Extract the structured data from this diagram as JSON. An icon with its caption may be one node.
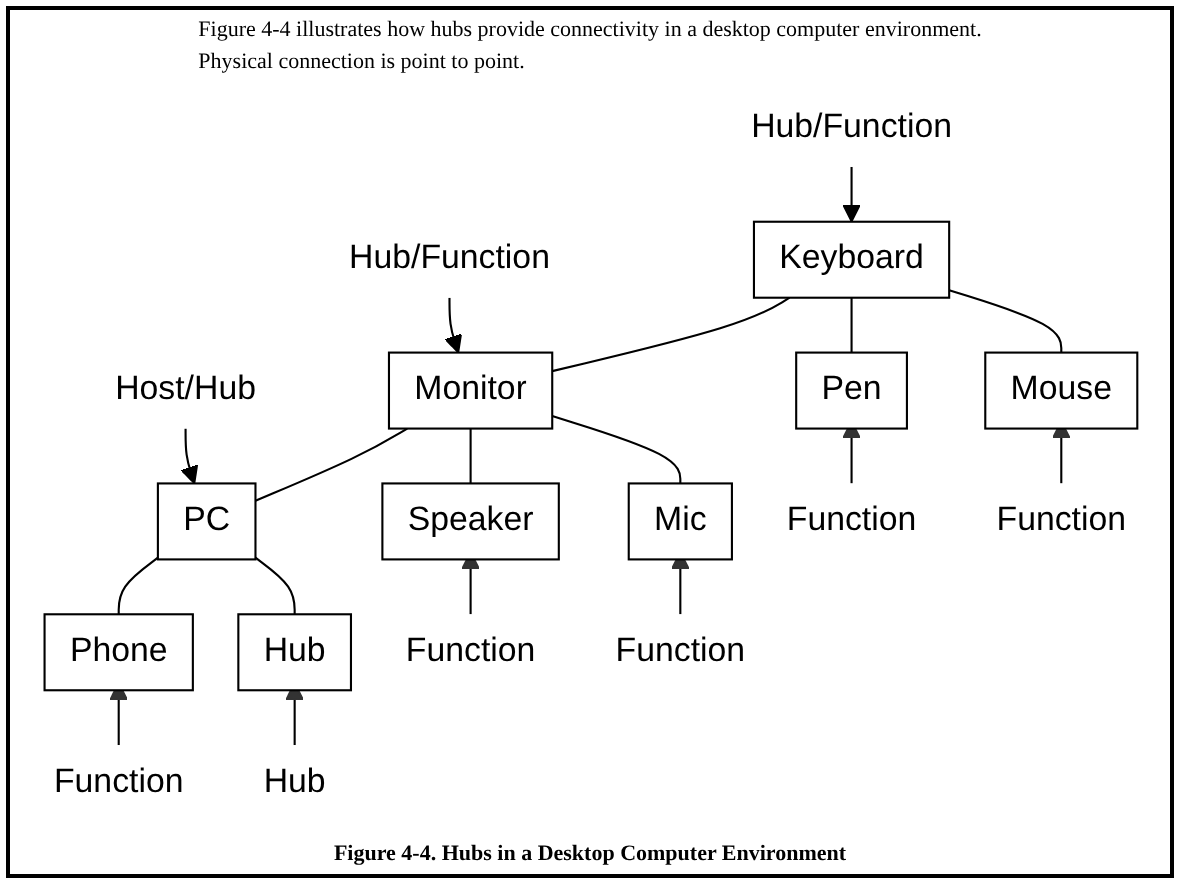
{
  "diagram": {
    "caption": "Figure 4-4. Hubs in a Desktop Computer Environment",
    "nodes": [
      {
        "text": [
          "Hub/Function"
        ]
      },
      {
        "text": [
          "Hub/Function"
        ]
      },
      {
        "text": [
          "Host/Hub"
        ]
      },
      {
        "text": [
          "Keyboard"
        ]
      },
      {
        "text": [
          "Monitor"
        ]
      },
      {
        "text": [
          "PC"
        ]
      },
      {
        "text": [
          "Pen"
        ]
      },
      {
        "text": [
          "Mouse"
        ]
      },
      {
        "text": [
          "Speaker"
        ]
      },
      {
        "text": [
          "Mic"
        ]
      },
      {
        "text": [
          "Phone"
        ]
      },
      {
        "text": [
          "Hub"
        ]
      },
      {
        "text": [
          "Function"
        ]
      },
      {
        "text": [
          "Function"
        ]
      },
      {
        "text": [
          "Function"
        ]
      },
      {
        "text": [
          "Function"
        ]
      },
      {
        "text": [
          "Function"
        ]
      },
      {
        "text": [
          "Hub"
        ]
      }
    ],
    "edges": [
      {
        "from": 0,
        "to": 3,
        "arrow": "to"
      },
      {
        "from": 1,
        "to": 4,
        "arrow": "to"
      },
      {
        "from": 2,
        "to": 5,
        "arrow": "to"
      },
      {
        "from": 3,
        "to": 6,
        "arrow": "none"
      },
      {
        "from": 3,
        "to": 7,
        "arrow": "none"
      },
      {
        "from": 3,
        "to": 4,
        "arrow": "none"
      },
      {
        "from": 4,
        "to": 8,
        "arrow": "none"
      },
      {
        "from": 4,
        "to": 9,
        "arrow": "none"
      },
      {
        "from": 4,
        "to": 5,
        "arrow": "none"
      },
      {
        "from": 5,
        "to": 10,
        "arrow": "none"
      },
      {
        "from": 5,
        "to": 11,
        "arrow": "none"
      },
      {
        "from": 12,
        "to": 6,
        "arrow": "to"
      },
      {
        "from": 13,
        "to": 7,
        "arrow": "to"
      },
      {
        "from": 14,
        "to": 8,
        "arrow": "to"
      },
      {
        "from": 15,
        "to": 9,
        "arrow": "to"
      },
      {
        "from": 16,
        "to": 10,
        "arrow": "to"
      },
      {
        "from": 17,
        "to": 11,
        "arrow": "to"
      }
    ],
    "labels": [
      "Figure 4-4 illustrates how hubs provide connectivity in a desktop computer environment.",
      "Physical connection is point to point."
    ]
  }
}
